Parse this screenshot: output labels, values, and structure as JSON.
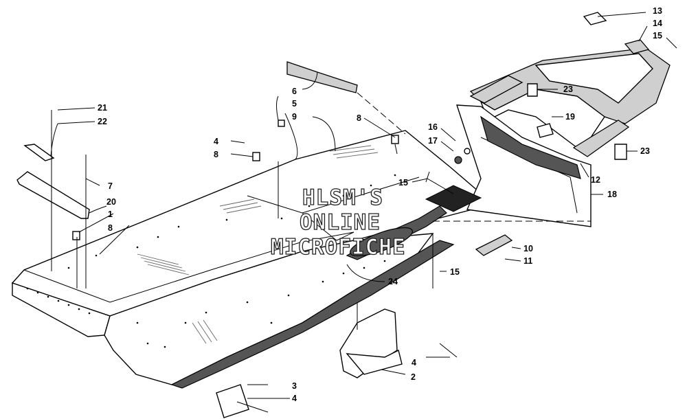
{
  "watermark": {
    "line1": "HLSM'S",
    "line2": "ONLINE",
    "line3": "MICROFICHE"
  },
  "callouts": [
    {
      "num": "1"
    },
    {
      "num": "2"
    },
    {
      "num": "3"
    },
    {
      "num": "4"
    },
    {
      "num": "4"
    },
    {
      "num": "4"
    },
    {
      "num": "5"
    },
    {
      "num": "6"
    },
    {
      "num": "7"
    },
    {
      "num": "8"
    },
    {
      "num": "8"
    },
    {
      "num": "8"
    },
    {
      "num": "9"
    },
    {
      "num": "10"
    },
    {
      "num": "11"
    },
    {
      "num": "12"
    },
    {
      "num": "13"
    },
    {
      "num": "14"
    },
    {
      "num": "15"
    },
    {
      "num": "15"
    },
    {
      "num": "15"
    },
    {
      "num": "16"
    },
    {
      "num": "17"
    },
    {
      "num": "18"
    },
    {
      "num": "19"
    },
    {
      "num": "20"
    },
    {
      "num": "21"
    },
    {
      "num": "22"
    },
    {
      "num": "23"
    },
    {
      "num": "23"
    },
    {
      "num": "24"
    }
  ]
}
